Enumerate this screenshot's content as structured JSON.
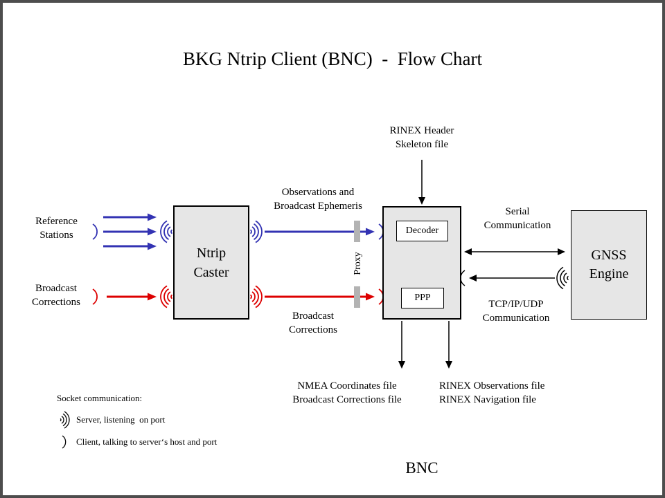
{
  "title": "BKG Ntrip Client (BNC)  -  Flow Chart",
  "nodes": {
    "ntrip_caster": "Ntrip\nCaster",
    "bnc": "BNC",
    "decoder": "Decoder",
    "ppp": "PPP",
    "gnss_engine": "GNSS\nEngine"
  },
  "labels": {
    "reference_stations": "Reference\nStations",
    "broadcast_corrections_in": "Broadcast\nCorrections",
    "observations_stream": "Observations and\nBroadcast Ephemeris",
    "broadcast_corrections_stream": "Broadcast\nCorrections",
    "proxy": "Proxy",
    "rinex_header": "RINEX Header\nSkeleton file",
    "serial_comm": "Serial\nCommunication",
    "tcp_comm": "TCP/IP/UDP\nCommunication",
    "nmea_out": "NMEA Coordinates file\nBroadcast Corrections file",
    "rinex_out": "RINEX Observations file\nRINEX Navigation file"
  },
  "legend": {
    "title": "Socket communication:",
    "server": "Server, listening  on port",
    "client": "Client, talking to server‘s host and port"
  },
  "icons": {
    "server_socket": "server-socket-waves-icon",
    "client_socket": "client-socket-arc-icon"
  },
  "colors": {
    "data_stream_blue": "#3333b3",
    "corrections_red": "#dd0000",
    "arrow_black": "#000000",
    "box_fill": "#e6e6e6",
    "proxy_bar": "#b3b3b3",
    "frame": "#4d4d4d"
  }
}
